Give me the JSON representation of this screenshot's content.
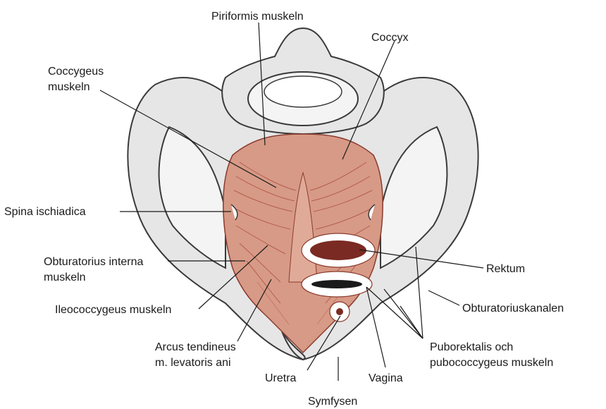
{
  "labels": {
    "piriformis": "Piriformis muskeln",
    "coccyx": "Coccyx",
    "coccygeus_line1": "Coccygeus",
    "coccygeus_line2": "muskeln",
    "spina": "Spina ischiadica",
    "obturatorius_line1": "Obturatorius interna",
    "obturatorius_line2": "muskeln",
    "ileococcygeus": "Ileococcygeus muskeln",
    "arcus_line1": "Arcus tendineus",
    "arcus_line2": "m. levatoris ani",
    "uretra": "Uretra",
    "symfysen": "Symfysen",
    "vagina": "Vagina",
    "puborektalis_line1": "Puborektalis och",
    "puborektalis_line2": "pubococcygeus muskeln",
    "obturatoriuskanalen": "Obturatoriuskanalen",
    "rektum": "Rektum"
  },
  "colors": {
    "muscle": "#d79a86",
    "muscle_fiber": "#a84a3c",
    "bone": "#e6e6e6",
    "outline": "#3a3a3a"
  }
}
